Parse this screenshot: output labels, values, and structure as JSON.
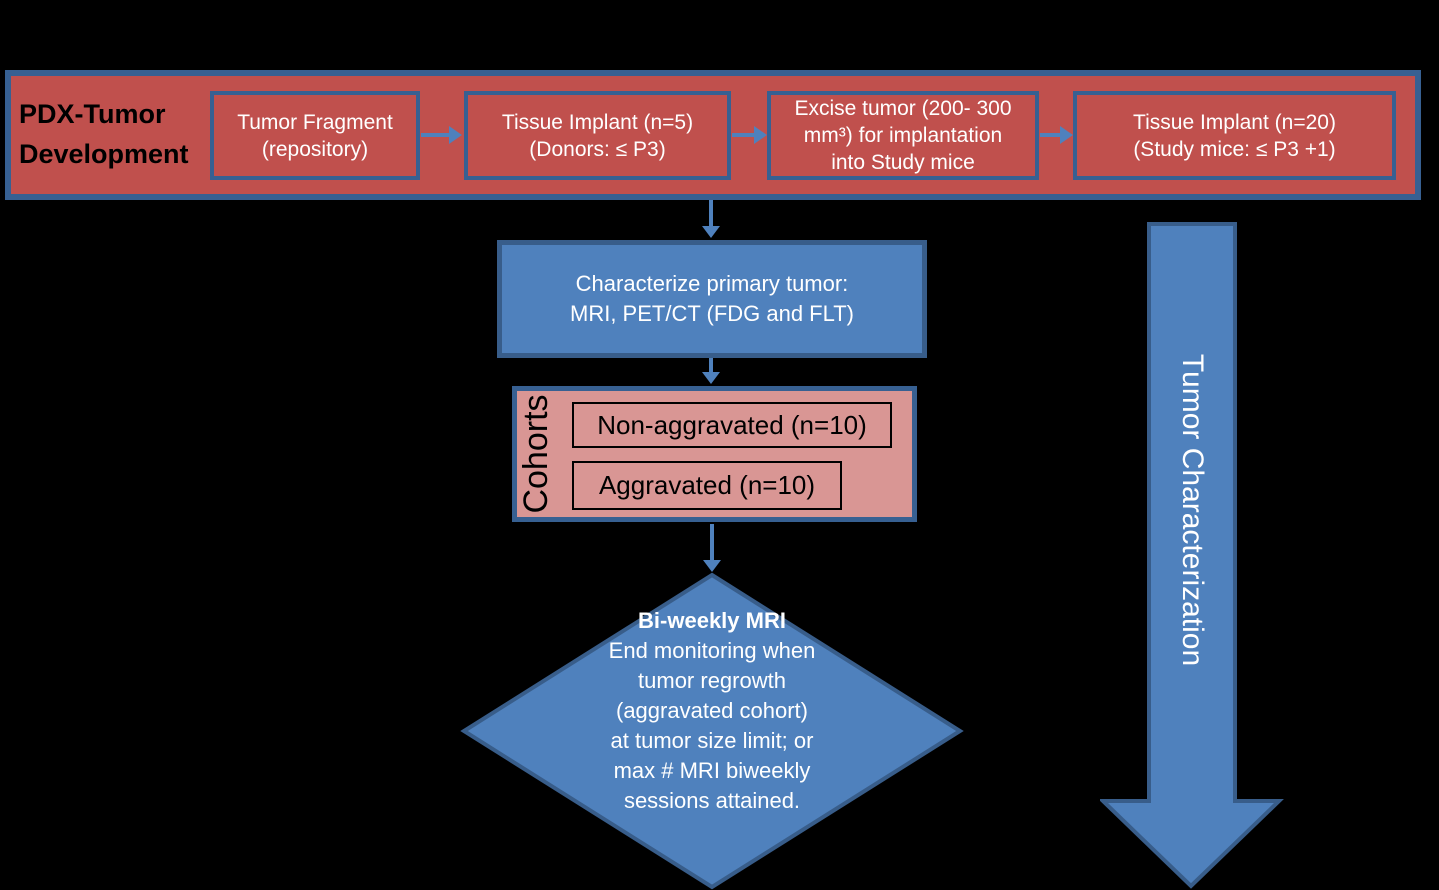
{
  "colors": {
    "background": "#000000",
    "red_fill": "#C0504D",
    "pink_fill": "#D99694",
    "blue_fill": "#4F81BD",
    "blue_border": "#376092",
    "dark_blue_border": "#385D8A",
    "banner_text": "#000000",
    "box_text": "#FFFFFF"
  },
  "banner": {
    "title_lines": [
      "PDX-Tumor",
      "Development"
    ],
    "boxes": [
      {
        "lines": [
          "Tumor Fragment",
          "(repository)"
        ]
      },
      {
        "lines": [
          "Tissue Implant (n=5)",
          "(Donors: ≤ P3)"
        ]
      },
      {
        "lines": [
          "Excise tumor (200- 300",
          "mm³) for implantation",
          "into Study mice"
        ]
      },
      {
        "lines": [
          "Tissue Implant (n=20)",
          "(Study mice: ≤ P3 +1)"
        ]
      }
    ]
  },
  "characterize": {
    "lines": [
      "Characterize primary tumor:",
      "MRI, PET/CT (FDG and FLT)"
    ]
  },
  "cohorts": {
    "label": "Cohorts",
    "items": [
      {
        "label": "Non-aggravated (n=10)"
      },
      {
        "label": "Aggravated (n=10)"
      }
    ]
  },
  "decision": {
    "title": "Bi-weekly MRI",
    "lines": [
      "End monitoring when",
      "tumor regrowth",
      "(aggravated cohort)",
      "at tumor size limit; or",
      "max # MRI biweekly",
      "sessions attained."
    ]
  },
  "side_arrow_label": "Tumor Characterization"
}
